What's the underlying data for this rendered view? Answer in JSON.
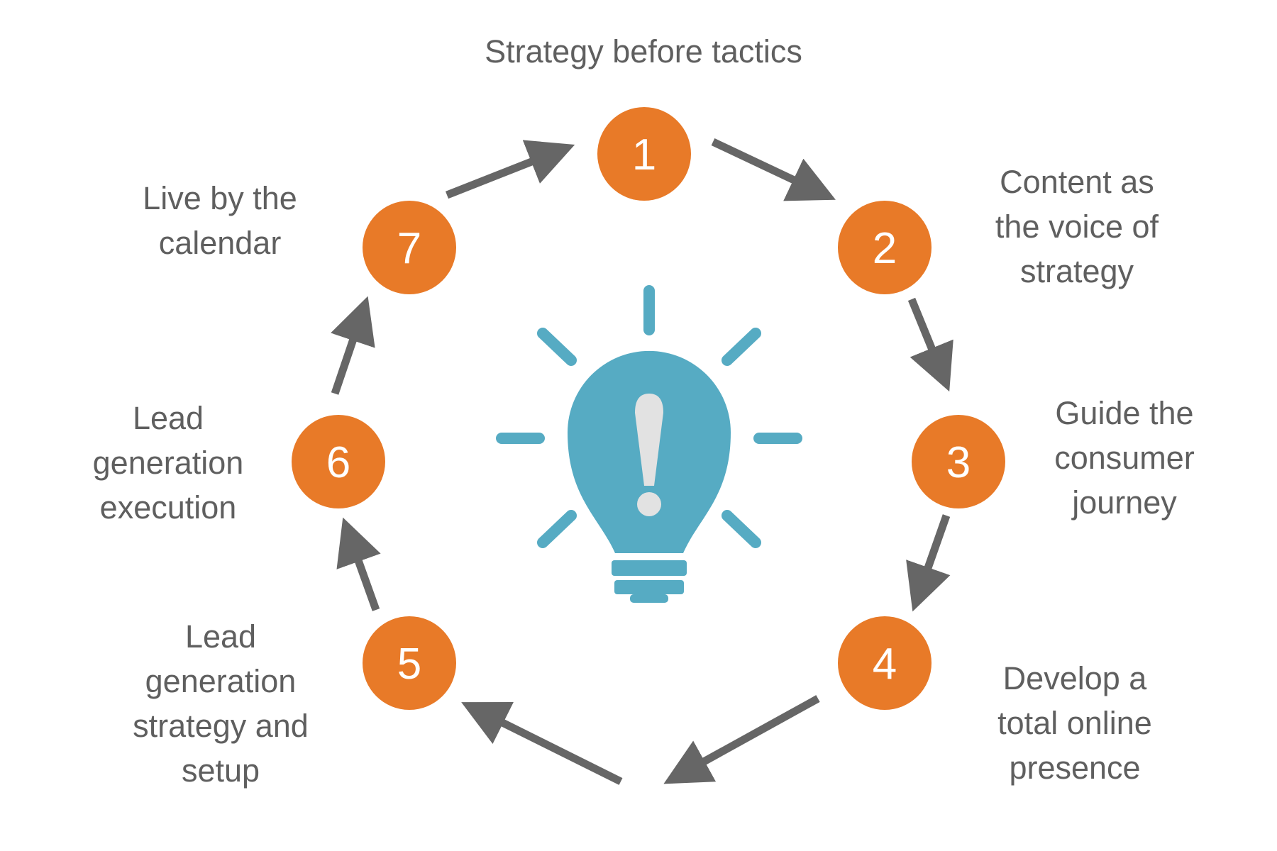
{
  "colors": {
    "node_fill": "#e87a28",
    "arrow": "#666666",
    "bulb": "#56abc3",
    "bulb_mark": "#e2e2e2",
    "label_text": "#5f5f5f"
  },
  "center_icon": "lightbulb-exclamation-icon",
  "steps": [
    {
      "number": "1",
      "label_lines": [
        "Strategy before tactics"
      ]
    },
    {
      "number": "2",
      "label_lines": [
        "Content as",
        "the voice of",
        "strategy"
      ]
    },
    {
      "number": "3",
      "label_lines": [
        "Guide the",
        "consumer",
        "journey"
      ]
    },
    {
      "number": "4",
      "label_lines": [
        "Develop a",
        "total online",
        "presence"
      ]
    },
    {
      "number": "5",
      "label_lines": [
        "Lead",
        "generation",
        "strategy and",
        "setup"
      ]
    },
    {
      "number": "6",
      "label_lines": [
        "Lead",
        "generation",
        "execution"
      ]
    },
    {
      "number": "7",
      "label_lines": [
        "Live by the",
        "calendar"
      ]
    }
  ]
}
